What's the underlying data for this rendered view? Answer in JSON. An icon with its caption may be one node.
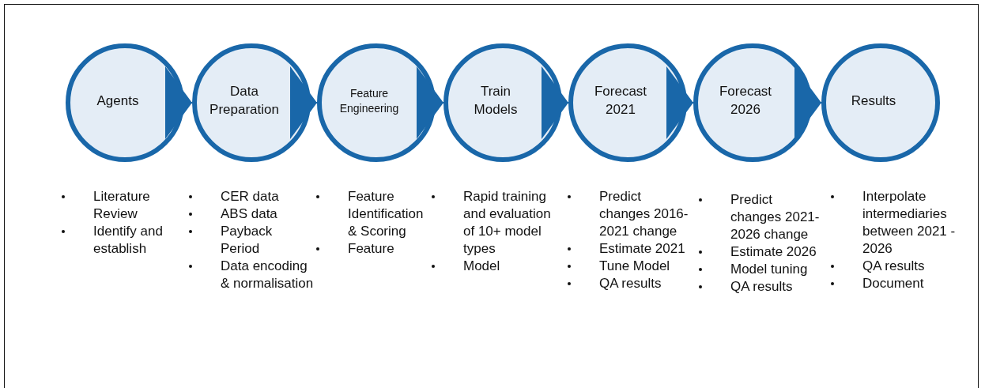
{
  "diagram": {
    "nodes": [
      {
        "text": [
          "Agents"
        ],
        "beside": [
          "Literature Review",
          "Identify and establish"
        ]
      },
      {
        "text": [
          "Data Preparation"
        ],
        "beside": [
          "CER data",
          "ABS data",
          "Payback Period",
          "Data encoding & normalisation"
        ]
      },
      {
        "text": [
          "Feature Engineering"
        ],
        "beside": [
          "Feature Identification & Scoring",
          "Feature"
        ]
      },
      {
        "text": [
          "Train Models"
        ],
        "beside": [
          "Rapid training and evaluation of 10+ model types",
          "Model"
        ]
      },
      {
        "text": [
          "Forecast 2021"
        ],
        "beside": [
          "Predict changes 2016-2021 change",
          "Estimate 2021",
          "Tune Model",
          "QA results"
        ]
      },
      {
        "text": [
          "Forecast 2026"
        ],
        "beside": [
          "Predict changes 2021-2026 change",
          "Estimate 2026",
          "Model tuning",
          "QA results"
        ]
      },
      {
        "text": [
          "Results"
        ],
        "beside": [
          "Interpolate intermediaries between 2021 - 2026",
          "QA results",
          "Document"
        ]
      }
    ],
    "edges": [
      {
        "from": 0,
        "to": 1,
        "arrow": "to"
      },
      {
        "from": 1,
        "to": 2,
        "arrow": "to"
      },
      {
        "from": 2,
        "to": 3,
        "arrow": "to"
      },
      {
        "from": 3,
        "to": 4,
        "arrow": "to"
      },
      {
        "from": 4,
        "to": 5,
        "arrow": "to"
      },
      {
        "from": 5,
        "to": 6,
        "arrow": "to"
      }
    ]
  }
}
